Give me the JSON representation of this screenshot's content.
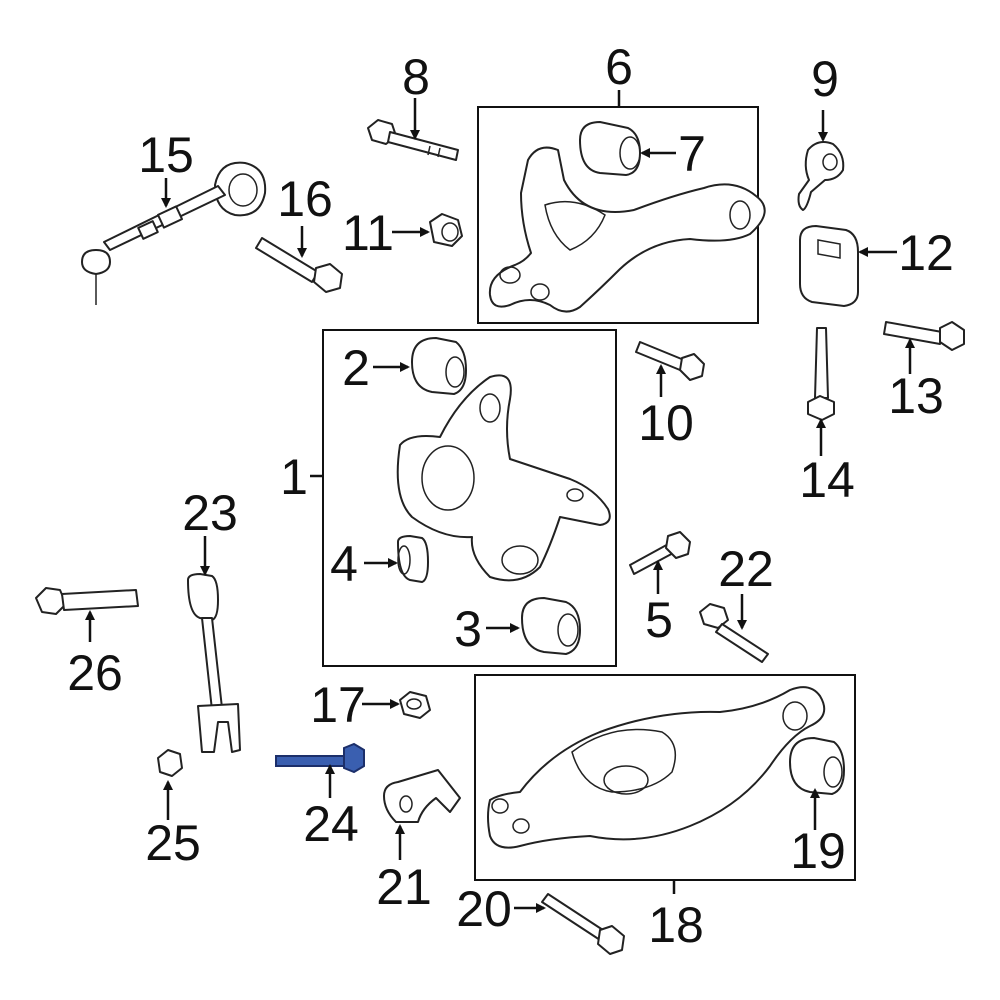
{
  "callouts": {
    "c1": "1",
    "c2": "2",
    "c3": "3",
    "c4": "4",
    "c5": "5",
    "c6": "6",
    "c7": "7",
    "c8": "8",
    "c9": "9",
    "c10": "10",
    "c11": "11",
    "c12": "12",
    "c13": "13",
    "c14": "14",
    "c15": "15",
    "c16": "16",
    "c17": "17",
    "c18": "18",
    "c19": "19",
    "c20": "20",
    "c21": "21",
    "c22": "22",
    "c23": "23",
    "c24": "24",
    "c25": "25",
    "c26": "26"
  },
  "highlighted_part": "24",
  "highlight_color": "#3a5fb0"
}
